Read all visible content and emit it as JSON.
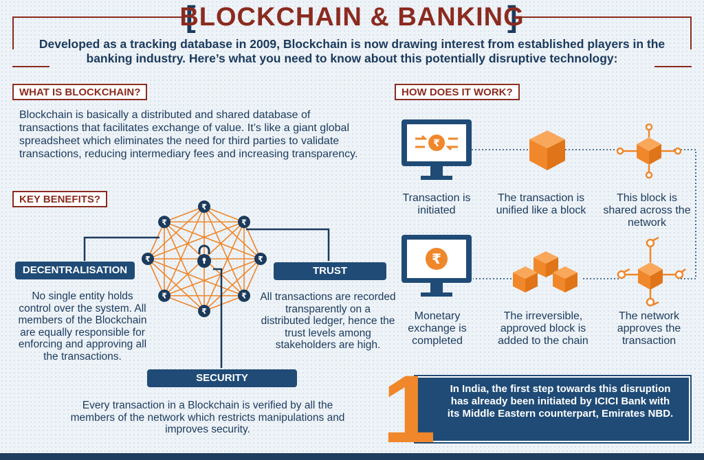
{
  "header": {
    "title": "BLOCKCHAIN & BANKING",
    "bracket_left": "[",
    "bracket_right": "]",
    "subtitle": "Developed as a tracking database in 2009, Blockchain is now drawing interest from established players in the banking industry. Here’s what you need to know about this potentially disruptive technology:"
  },
  "what": {
    "heading": "WHAT IS BLOCKCHAIN?",
    "text": "Blockchain is basically a distributed and shared database of transactions that facilitates exchange of value. It’s like a giant global spreadsheet which eliminates the need for third parties to validate transactions, reducing intermediary fees and increasing transparency."
  },
  "benefits": {
    "heading": "KEY BENEFITS?",
    "node_symbol": "₹",
    "decentralisation": {
      "label": "DECENTRALISATION",
      "text": "No single entity holds control over the system. All members of the Blockchain are equally responsible for enforcing and approving all the transactions."
    },
    "trust": {
      "label": "TRUST",
      "text": "All transactions are recorded transparently on a distributed ledger, hence the trust levels among stakeholders are high."
    },
    "security": {
      "label": "SECURITY",
      "text": "Every transaction in a Blockchain is verified by all the members of the network which restricts manipulations and improves security."
    }
  },
  "how": {
    "heading": "HOW DOES IT WORK?",
    "steps": [
      {
        "text": "Transaction is initiated",
        "icon": "monitor-exchange-icon"
      },
      {
        "text": "The transaction is unified like a block",
        "icon": "cube-icon"
      },
      {
        "text": "This block is shared across the network",
        "icon": "network-icon"
      },
      {
        "text": "The network approves the transaction",
        "icon": "network-approved-icon"
      },
      {
        "text": "The irreversible, approved block is added to the chain",
        "icon": "cubes-icon"
      },
      {
        "text": "Monetary exchange is completed",
        "icon": "monitor-rupee-icon"
      }
    ]
  },
  "india": {
    "number": "1",
    "text": "In India, the first step towards this disruption has already been initiated by ICICI Bank with its Middle Eastern counterpart, Emirates NBD."
  },
  "colors": {
    "navy": "#1f4b76",
    "dark_navy": "#1b3a5c",
    "orange": "#f0872a",
    "maroon": "#8b2b1f"
  }
}
